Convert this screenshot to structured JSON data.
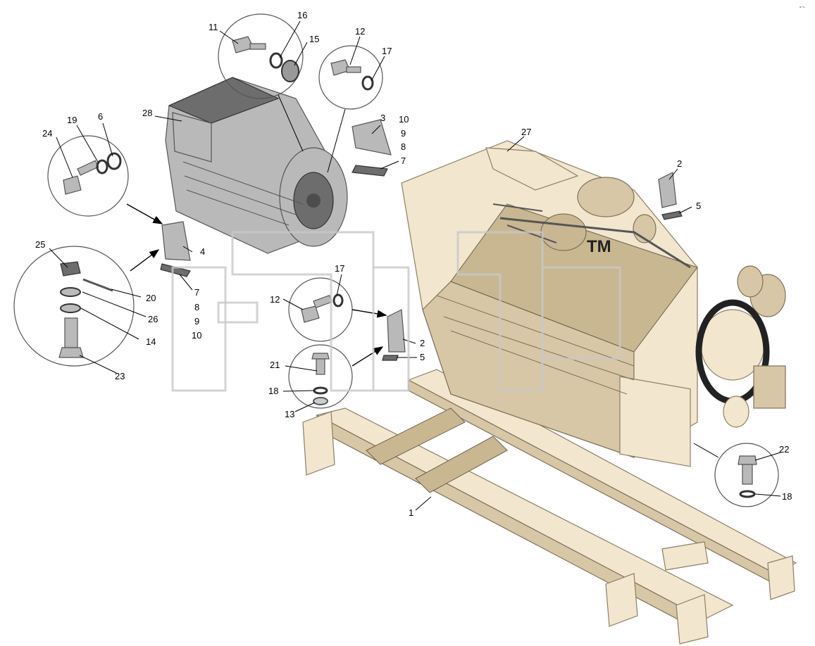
{
  "watermark": {
    "tm_text": "TM"
  },
  "corner_mark": "° ̈⁻",
  "callouts": [
    {
      "id": "c1",
      "label": "1"
    },
    {
      "id": "c2a",
      "label": "2"
    },
    {
      "id": "c2b",
      "label": "2"
    },
    {
      "id": "c3",
      "label": "3"
    },
    {
      "id": "c4",
      "label": "4"
    },
    {
      "id": "c5a",
      "label": "5"
    },
    {
      "id": "c5b",
      "label": "5"
    },
    {
      "id": "c6",
      "label": "6"
    },
    {
      "id": "c7a",
      "label": "7"
    },
    {
      "id": "c7b",
      "label": "7"
    },
    {
      "id": "c8a",
      "label": "8"
    },
    {
      "id": "c8b",
      "label": "8"
    },
    {
      "id": "c9a",
      "label": "9"
    },
    {
      "id": "c9b",
      "label": "9"
    },
    {
      "id": "c10a",
      "label": "10"
    },
    {
      "id": "c10b",
      "label": "10"
    },
    {
      "id": "c11",
      "label": "11"
    },
    {
      "id": "c12a",
      "label": "12"
    },
    {
      "id": "c12b",
      "label": "12"
    },
    {
      "id": "c13",
      "label": "13"
    },
    {
      "id": "c14",
      "label": "14"
    },
    {
      "id": "c15",
      "label": "15"
    },
    {
      "id": "c16",
      "label": "16"
    },
    {
      "id": "c17a",
      "label": "17"
    },
    {
      "id": "c17b",
      "label": "17"
    },
    {
      "id": "c18a",
      "label": "18"
    },
    {
      "id": "c18b",
      "label": "18"
    },
    {
      "id": "c19",
      "label": "19"
    },
    {
      "id": "c20",
      "label": "20"
    },
    {
      "id": "c21",
      "label": "21"
    },
    {
      "id": "c22",
      "label": "22"
    },
    {
      "id": "c23",
      "label": "23"
    },
    {
      "id": "c24",
      "label": "24"
    },
    {
      "id": "c25",
      "label": "25"
    },
    {
      "id": "c26",
      "label": "26"
    },
    {
      "id": "c27",
      "label": "27"
    },
    {
      "id": "c28",
      "label": "28"
    }
  ]
}
